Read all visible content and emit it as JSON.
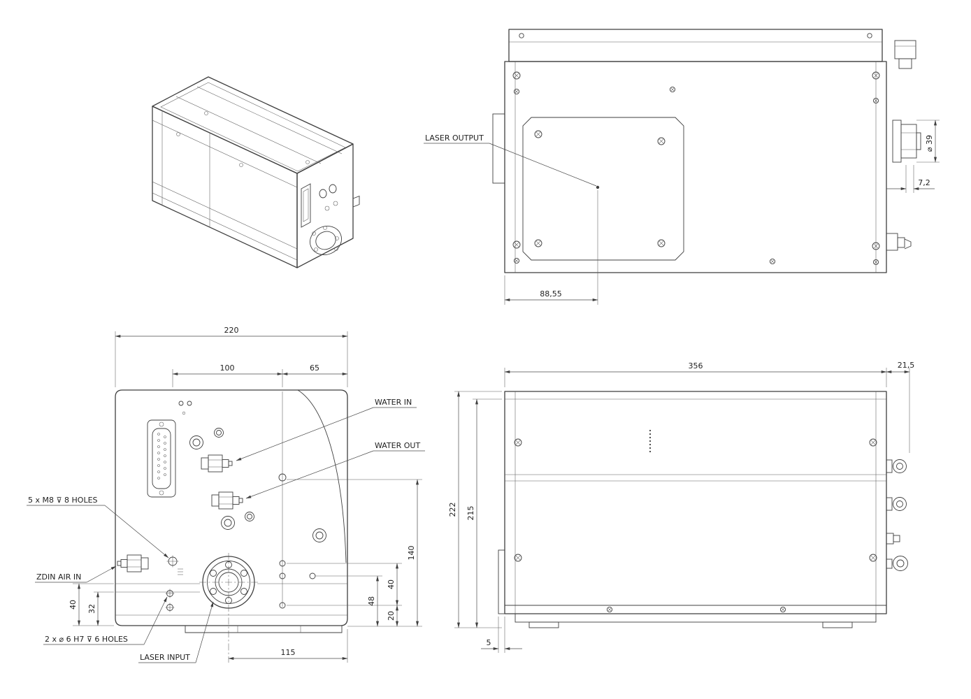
{
  "canvas": {
    "background": "#ffffff",
    "line_color": "#3f3f3f"
  },
  "labels": {
    "laser_output": "LASER OUTPUT",
    "water_in": "WATER IN",
    "water_out": "WATER OUT",
    "m8_holes": "5 x  M8 ⊽ 8 HOLES",
    "zdin_air_in": "ZDIN AIR IN",
    "h7_holes": "2 x  ⌀ 6 H7 ⊽ 6 HOLES",
    "laser_input": "LASER INPUT"
  },
  "dims": {
    "top": {
      "dia39": "⌀ 39",
      "off72": "7,2",
      "off8855": "88,55"
    },
    "front": {
      "w220": "220",
      "w100": "100",
      "w65": "65",
      "h140": "140",
      "h40r": "40",
      "h48": "48",
      "h20": "20",
      "h40l": "40",
      "h32": "32",
      "w115": "115"
    },
    "side": {
      "w356": "356",
      "w215c": "21,5",
      "h222": "222",
      "h215": "215",
      "off5": "5"
    }
  }
}
